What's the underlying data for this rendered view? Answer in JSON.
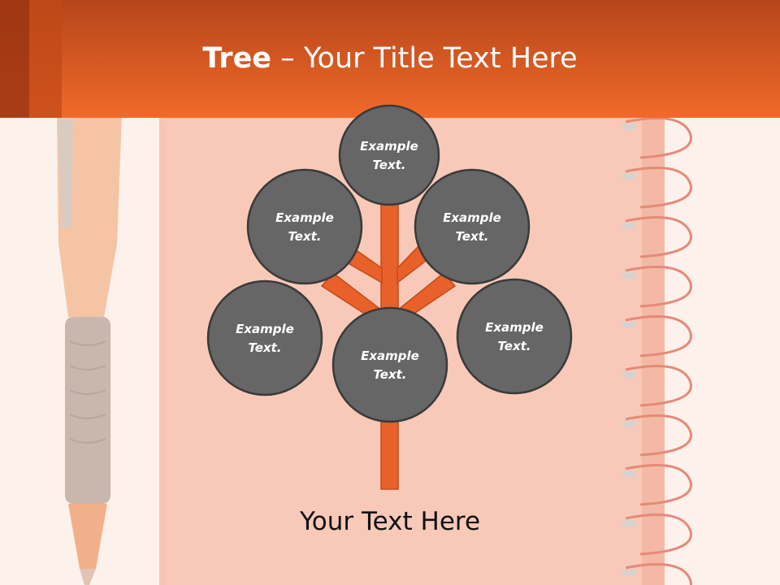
{
  "title": {
    "bold": "Tree",
    "dash": " – ",
    "rest": "Your Title Text Here"
  },
  "nodes": [
    {
      "id": "top",
      "line1": "Example",
      "line2": "Text."
    },
    {
      "id": "upper-left",
      "line1": "Example",
      "line2": "Text."
    },
    {
      "id": "upper-right",
      "line1": "Example",
      "line2": "Text."
    },
    {
      "id": "lower-left",
      "line1": "Example",
      "line2": "Text."
    },
    {
      "id": "center",
      "line1": "Example",
      "line2": "Text."
    },
    {
      "id": "lower-right",
      "line1": "Example",
      "line2": "Text."
    }
  ],
  "footer": "Your Text Here",
  "colors": {
    "accent": "#e8612a",
    "circle_fill": "#666666",
    "circle_stroke": "#3a3a3a"
  }
}
